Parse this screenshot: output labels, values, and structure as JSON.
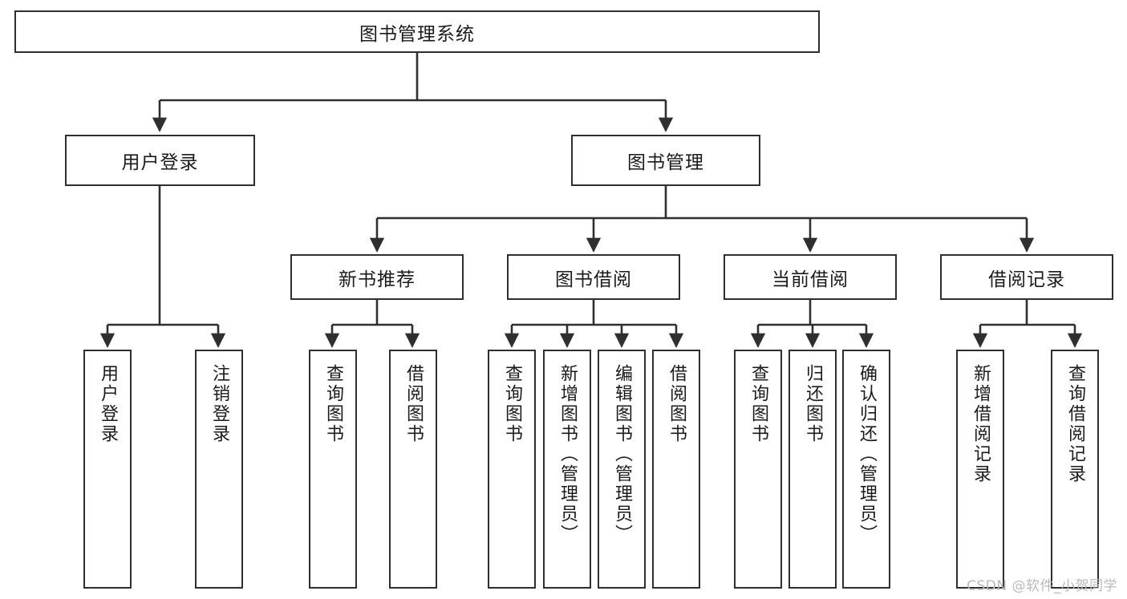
{
  "diagram": {
    "title": "图书管理系统",
    "type": "tree",
    "root": {
      "id": "root",
      "label": "图书管理系统"
    },
    "level2": [
      {
        "id": "user-login",
        "label": "用户登录"
      },
      {
        "id": "book-manage",
        "label": "图书管理"
      }
    ],
    "level3": [
      {
        "id": "new-book-rec",
        "label": "新书推荐"
      },
      {
        "id": "book-borrow",
        "label": "图书借阅"
      },
      {
        "id": "current-borrow",
        "label": "当前借阅"
      },
      {
        "id": "borrow-record",
        "label": "借阅记录"
      }
    ],
    "leaves": [
      {
        "id": "leaf-user-login",
        "label": "用户登录",
        "parent": "user-login"
      },
      {
        "id": "leaf-logout",
        "label": "注销登录",
        "parent": "user-login"
      },
      {
        "id": "leaf-query-book-1",
        "label": "查询图书",
        "parent": "new-book-rec"
      },
      {
        "id": "leaf-borrow-book-1",
        "label": "借阅图书",
        "parent": "new-book-rec"
      },
      {
        "id": "leaf-query-book-2",
        "label": "查询图书",
        "parent": "book-borrow"
      },
      {
        "id": "leaf-add-book",
        "label": "新增图书（管理员）",
        "parent": "book-borrow"
      },
      {
        "id": "leaf-edit-book",
        "label": "编辑图书（管理员）",
        "parent": "book-borrow"
      },
      {
        "id": "leaf-borrow-book-2",
        "label": "借阅图书",
        "parent": "book-borrow"
      },
      {
        "id": "leaf-query-book-3",
        "label": "查询图书",
        "parent": "current-borrow"
      },
      {
        "id": "leaf-return-book",
        "label": "归还图书",
        "parent": "current-borrow"
      },
      {
        "id": "leaf-confirm-return",
        "label": "确认归还（管理员）",
        "parent": "current-borrow"
      },
      {
        "id": "leaf-add-record",
        "label": "新增借阅记录",
        "parent": "borrow-record"
      },
      {
        "id": "leaf-query-record",
        "label": "查询借阅记录",
        "parent": "borrow-record"
      }
    ]
  },
  "watermark": {
    "text": "CSDN @软件_小贺同学"
  },
  "colors": {
    "box_border": "#2f2f2f",
    "box_fill": "#ffffff",
    "line": "#2f2f2f",
    "text": "#1b1b1b",
    "watermark": "#b9b9b9",
    "background": "#ffffff"
  }
}
